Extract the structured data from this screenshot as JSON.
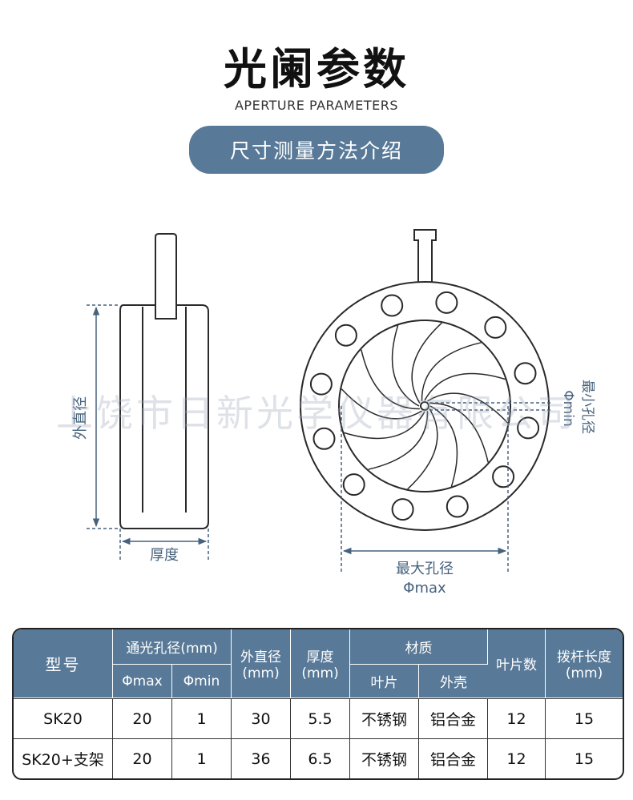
{
  "header": {
    "title": "光阑参数",
    "subtitle": "APERTURE PARAMETERS",
    "section_label": "尺寸测量方法介绍"
  },
  "diagram": {
    "outer_diameter_label": "外直径",
    "thickness_label": "厚度",
    "min_aperture_label": "最小孔径",
    "min_aperture_symbol": "Φmin",
    "max_aperture_label": "最大孔径",
    "max_aperture_symbol": "Φmax",
    "watermark": "上饶市日新光学仪器有限公司",
    "colors": {
      "accent": "#587997",
      "dimension": "#46627d",
      "line": "#2a2a2a"
    }
  },
  "table": {
    "headers": {
      "model": "型号",
      "clear_aperture": "通光孔径(mm)",
      "phi_max": "Φmax",
      "phi_min": "Φmin",
      "outer_diameter": "外直径\n(mm)",
      "thickness": "厚度\n(mm)",
      "material": "材质",
      "blade": "叶片",
      "shell": "外壳",
      "blade_count": "叶片数",
      "lever_length": "拨杆长度\n(mm)"
    },
    "rows": [
      {
        "model": "SK20",
        "phi_max": "20",
        "phi_min": "1",
        "outer": "30",
        "thickness": "5.5",
        "blade": "不锈钢",
        "shell": "铝合金",
        "blades": "12",
        "lever": "15"
      },
      {
        "model": "SK20+支架",
        "phi_max": "20",
        "phi_min": "1",
        "outer": "36",
        "thickness": "6.5",
        "blade": "不锈钢",
        "shell": "铝合金",
        "blades": "12",
        "lever": "15"
      }
    ]
  }
}
